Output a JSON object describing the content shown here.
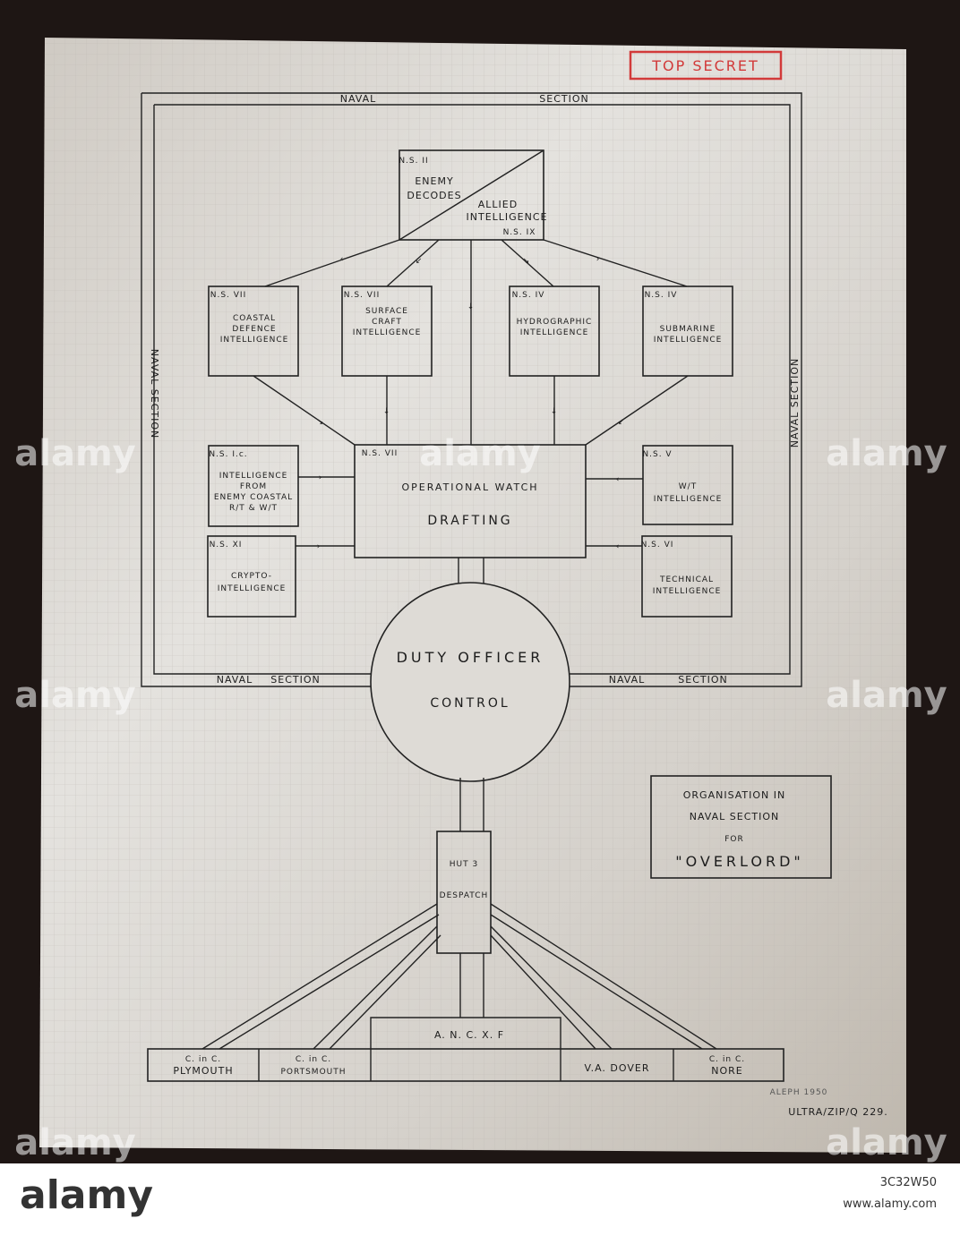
{
  "stamp": "TOP SECRET",
  "border": {
    "top": [
      "NAVAL",
      "SECTION"
    ],
    "bottom_left": [
      "NAVAL",
      "SECTION"
    ],
    "bottom_right": [
      "NAVAL",
      "SECTION"
    ],
    "left": "NAVAL SECTION",
    "right": "NAVAL SECTION"
  },
  "top_box": {
    "code_top": "N.S. II",
    "label_top": [
      "ENEMY",
      "DECODES"
    ],
    "label_bottom": [
      "ALLIED",
      "INTELLIGENCE"
    ],
    "code_bottom": "N.S. IX"
  },
  "row1": [
    {
      "code": "N.S. VII",
      "lines": [
        "COASTAL",
        "DEFENCE",
        "INTELLIGENCE"
      ]
    },
    {
      "code": "N.S. VII",
      "lines": [
        "SURFACE",
        "CRAFT",
        "INTELLIGENCE"
      ]
    },
    {
      "code": "N.S. IV",
      "lines": [
        "HYDROGRAPHIC",
        "INTELLIGENCE"
      ]
    },
    {
      "code": "N.S. IV",
      "lines": [
        "SUBMARINE",
        "INTELLIGENCE"
      ]
    }
  ],
  "left_col": [
    {
      "code": "N.S. I.c.",
      "lines": [
        "INTELLIGENCE",
        "FROM",
        "ENEMY COASTAL",
        "R/T & W/T"
      ]
    },
    {
      "code": "N.S. XI",
      "lines": [
        "CRYPTO-",
        "INTELLIGENCE"
      ]
    }
  ],
  "right_col": [
    {
      "code": "N.S. V",
      "lines": [
        "W/T",
        "INTELLIGENCE"
      ]
    },
    {
      "code": "N.S. VI",
      "lines": [
        "TECHNICAL",
        "INTELLIGENCE"
      ]
    }
  ],
  "center_box": {
    "code": "N.S. VII",
    "line1": "OPERATIONAL WATCH",
    "line2": "DRAFTING"
  },
  "circle": {
    "line1": "DUTY OFFICER",
    "line2": "CONTROL"
  },
  "hut": {
    "line1": "HUT 3",
    "line2": "DESPATCH"
  },
  "ancxf": "A. N. C. X. F",
  "outputs": [
    {
      "line1": "C. in C.",
      "line2": "PLYMOUTH"
    },
    {
      "line1": "C. in C.",
      "line2": "PORTSMOUTH"
    },
    {
      "line1": "",
      "line2": "V.A. DOVER"
    },
    {
      "line1": "C. in C.",
      "line2": "NORE"
    }
  ],
  "legend": [
    "ORGANISATION IN",
    "NAVAL SECTION",
    "FOR",
    "\"OVERLORD\""
  ],
  "ref_small": "ALEPH 1950",
  "ref": "ULTRA/ZIP/Q 229.",
  "watermark": "alamy",
  "stock_id": "3C32W50",
  "stock_url": "www.alamy.com",
  "colors": {
    "paper": "#d9d6d0",
    "ink": "#222222",
    "stamp": "#d23a3a"
  }
}
